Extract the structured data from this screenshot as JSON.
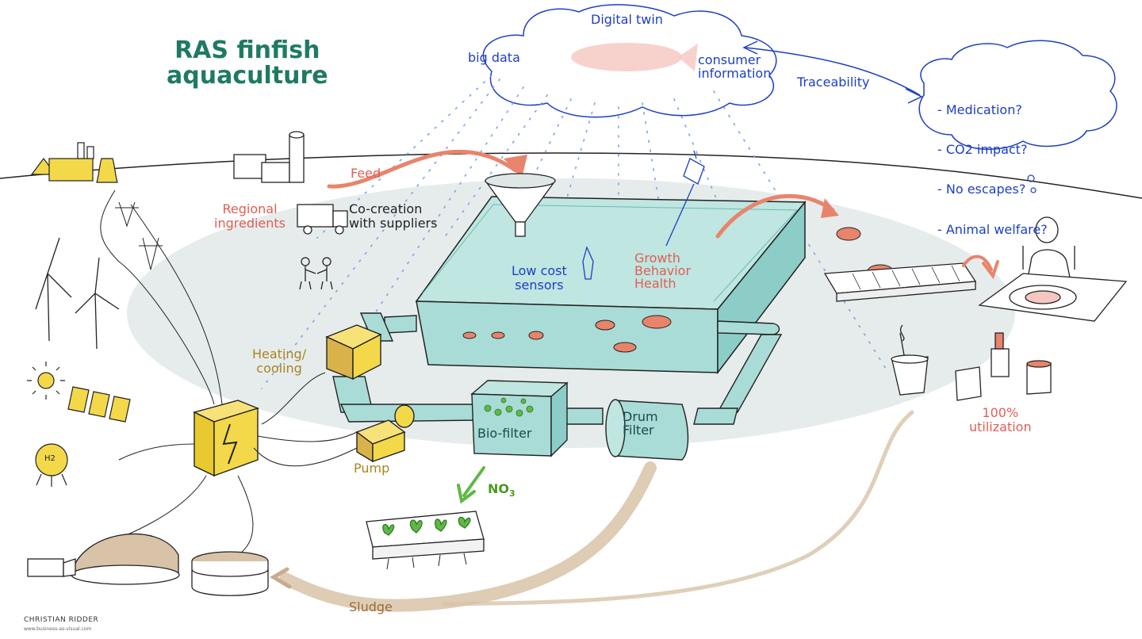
{
  "title": {
    "line1": "RAS finfish",
    "line2": "aquaculture"
  },
  "cloud": {
    "digital_twin": "Digital twin",
    "big_data": "big data",
    "consumer_info_1": "consumer",
    "consumer_info_2": "information"
  },
  "traceability": "Traceability",
  "questions": [
    "- Medication?",
    "- CO2 impact?",
    "- No escapes?",
    "- Animal welfare?"
  ],
  "feed": "Feed",
  "regional": {
    "line1": "Regional",
    "line2": "ingredients"
  },
  "cocreation": {
    "line1": "Co-creation",
    "line2": "with suppliers"
  },
  "sensors": {
    "line1": "Low cost",
    "line2": "sensors"
  },
  "growth": {
    "line1": "Growth",
    "line2": "Behavior",
    "line3": "Health"
  },
  "heating": {
    "line1": "Heating/",
    "line2": "cooling"
  },
  "pump": "Pump",
  "biofilter": "Bio-filter",
  "drumfilter": {
    "line1": "Drum",
    "line2": "Filter"
  },
  "no3": "NO",
  "no3_sub": "3",
  "sludge": "Sludge",
  "utilization": {
    "line1": "100%",
    "line2": "utilization"
  },
  "h2": "H2",
  "signature": {
    "name": "CHRISTIAN RIDDER",
    "url": "www.business-as-visual.com"
  },
  "colors": {
    "water": "#a9dcd6",
    "water_dark": "#6fb9b3",
    "salmon": "#e8846b",
    "sludge": "#d8c3a8",
    "solar": "#f3d84a",
    "ground": "#e6ecec"
  }
}
